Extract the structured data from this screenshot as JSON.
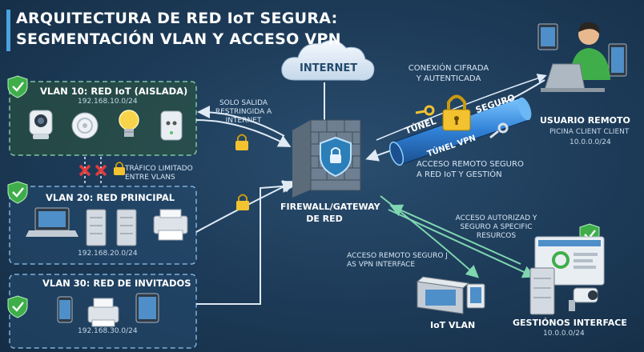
{
  "title": {
    "line1": "ARQUITECTURA DE RED IoT SEGURA:",
    "line2": "SEGMENTACIÓN VLAN Y ACCESO VPN"
  },
  "internet": {
    "label": "INTERNET"
  },
  "vlan10": {
    "title": "VLAN 10: RED IoT (AISLADA)",
    "ip": "192.168.10.0/24"
  },
  "vlan20": {
    "title": "VLAN 20: RED PRINCIPAL",
    "ip": "192.168.20.0/24"
  },
  "vlan30": {
    "title": "VLAN 30: RED DE INVITADOS",
    "ip": "192.168.30.0/24"
  },
  "firewall": {
    "line1": "FIREWALL/GATEWAY",
    "line2": "DE RED"
  },
  "annotations": {
    "solo_salida": [
      "SOLO SALIDA",
      "RESTRINGIDA A",
      "INTERNET"
    ],
    "trafico": [
      "TRÁFICO LIMITADO",
      "ENTRE VLANS"
    ],
    "conexion": [
      "CONEXIÓN CIFRADA",
      "Y AUTENTICADA"
    ],
    "acceso_vpn": [
      "ACCESO REMOTO SEGURO",
      "A RED IoT Y GESTIÓN"
    ],
    "acceso_autorizado": [
      "ACCESO AUTORIZAD Y",
      "SEGURO A SPECIFIC",
      "RESURCOS"
    ],
    "acceso_iface": [
      "ACCESO REMOTO SEGURO J",
      "AS VPN INTERFACE"
    ]
  },
  "tunnel": {
    "word1": "TÚNEL",
    "word2": "SEGURO",
    "word3": "TÚNEL VPN"
  },
  "remote_user": {
    "title": "USUARIO REMOTO",
    "sub": "PICINA CLIENT CLIENT",
    "ip": "10.0.0.0/24"
  },
  "iot_vlan": {
    "label": "IoT VLAN"
  },
  "management": {
    "title": "GESTIÓNOS INTERFACE",
    "ip": "10.0.0.0/24"
  },
  "colors": {
    "background": "#1d3a55",
    "vlan_border": "#7fb0d8",
    "vlan10_fill": "#2f5a3c",
    "shield_green": "#3fae4a",
    "tunnel_blue": "#3a8fe0",
    "lock_gold": "#f2c230",
    "deny_red": "#e53b3b"
  },
  "icons": [
    "shield-check-icon",
    "lock-icon",
    "key-icon",
    "cloud-icon",
    "firewall-icon",
    "deny-x-icon",
    "camera-icon",
    "bulb-icon",
    "laptop-icon",
    "server-icon",
    "printer-icon",
    "tablet-icon",
    "phone-icon"
  ]
}
